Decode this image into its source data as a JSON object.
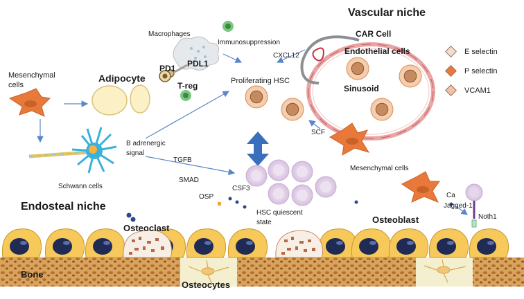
{
  "titles": {
    "vascular_niche": "Vascular niche",
    "endosteal_niche": "Endosteal niche"
  },
  "labels": {
    "car_cell": "CAR Cell",
    "endothelial_cells": "Endothelial cells",
    "sinusoid": "Sinusoid",
    "cxcl12": "CXCL12",
    "macrophages": "Macrophages",
    "immunosuppression": "Immunosuppression",
    "pd1": "PD1",
    "pdl1": "PDL1",
    "treg": "T-reg",
    "mesenchymal_cells_left_1": "Mesenchymal",
    "mesenchymal_cells_left_2": "cells",
    "adipocyte": "Adipocyte",
    "proliferating_hsc": "Proliferating HSC",
    "b_adrenergic_1": "B adrenergic",
    "b_adrenergic_2": "signal",
    "tgfb": "TGFB",
    "smad": "SMAD",
    "schwann_cells": "Schwann cells",
    "scf": "SCF",
    "mesenchymal_cells_right": "Mesenchymal cells",
    "csf3": "CSF3",
    "osp": "OSP",
    "hsc_quiescent_1": "HSC quiescent",
    "hsc_quiescent_2": "state",
    "ca": "Ca",
    "jagged1": "Jagged-1",
    "noth1": "Noth1",
    "osteoclast": "Osteoclast",
    "osteoblast": "Osteoblast",
    "bone": "Bone",
    "osteocytes": "Osteocytes"
  },
  "legend": [
    {
      "label": "E selectin",
      "color": "#f3dcd0"
    },
    {
      "label": "P selectin",
      "color": "#e8793a"
    },
    {
      "label": "VCAM1",
      "color": "#efc1a8"
    }
  ]
}
